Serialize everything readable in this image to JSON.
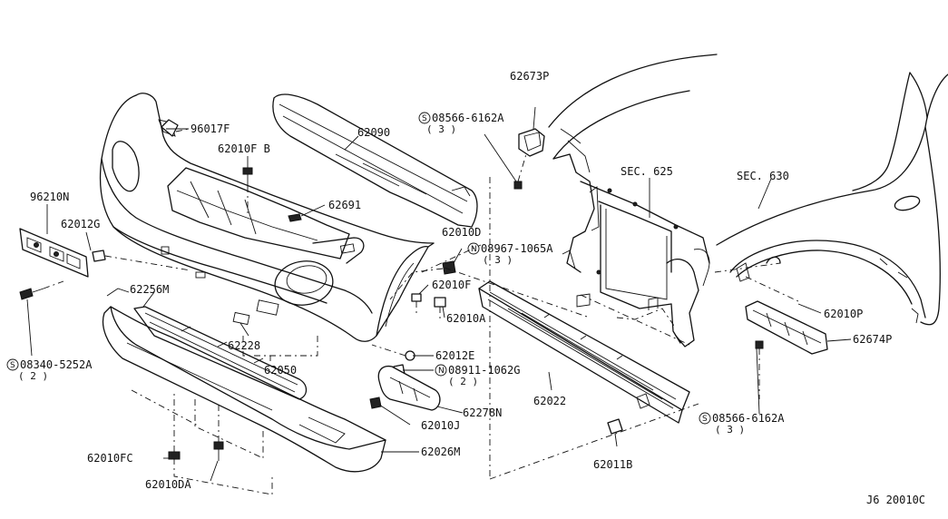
{
  "labels": {
    "p96017F": "96017F",
    "p62010FB": "62010F B",
    "p62090": "62090",
    "p62673P": "62673P",
    "p08566_top": "08566-6162A",
    "p08566_top_qty": "( 3 )",
    "sec625": "SEC. 625",
    "sec630": "SEC. 630",
    "p96210N": "96210N",
    "p62012G": "62012G",
    "p62691": "62691",
    "p62010D": "62010D",
    "p08967": "08967-1065A",
    "p08967_qty": "( 3 )",
    "p62256M": "62256M",
    "p62010F": "62010F",
    "p62010A": "62010A",
    "p62010P": "62010P",
    "p62674P": "62674P",
    "p62228": "62228",
    "p62050": "62050",
    "p62012E": "62012E",
    "p08340": "08340-5252A",
    "p08340_qty": "( 2 )",
    "p08911": "08911-1062G",
    "p08911_qty": "( 2 )",
    "p62022": "62022",
    "p62278N": "62278N",
    "p62010J": "62010J",
    "p08566_bot": "08566-6162A",
    "p08566_bot_qty": "( 3 )",
    "p62026M": "62026M",
    "p62010FC": "62010FC",
    "p62011B": "62011B",
    "p62010DA": "62010DA",
    "diagram_code": "J6 20010C"
  },
  "symbols": {
    "screw": "S",
    "nut": "N"
  }
}
